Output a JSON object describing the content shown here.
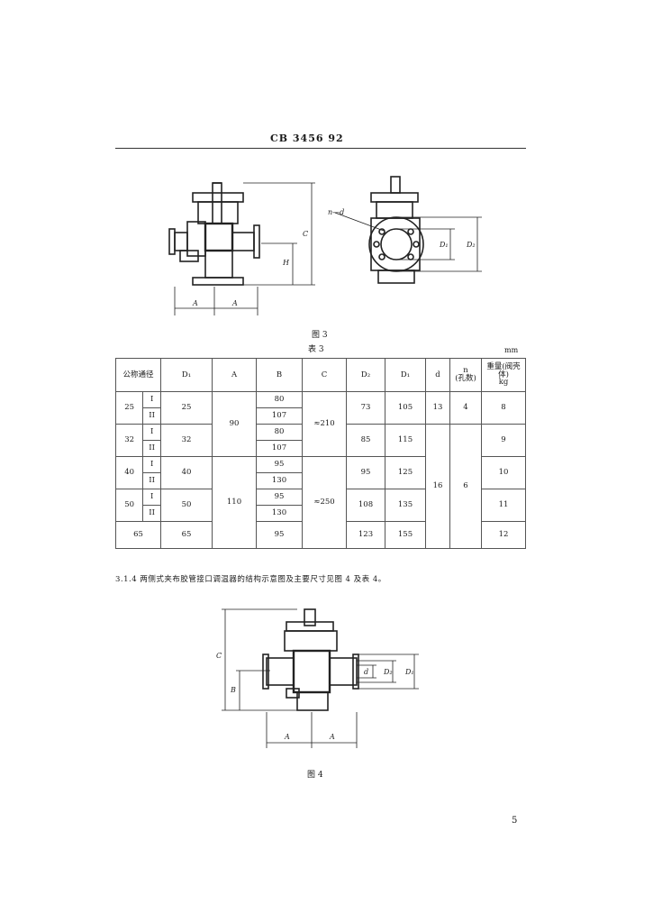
{
  "header": {
    "standard_no": "CB 3456  92"
  },
  "figure3": {
    "caption": "图 3",
    "labels": {
      "A1": "A",
      "A2": "A",
      "C": "C",
      "H": "H",
      "n_d": "n—d",
      "D1": "D₁",
      "D2": "D₂"
    }
  },
  "table3": {
    "title": "表 3",
    "unit": "mm",
    "columns": [
      "公称通径",
      "D₁",
      "A",
      "B",
      "C",
      "D₂",
      "D₁",
      "d",
      "n\n(孔数)",
      "重量(阀壳体)\nkg"
    ],
    "rows": [
      {
        "dn": "25",
        "v": "I",
        "d1": "25",
        "a": "90",
        "b": "80",
        "c": "≈210",
        "d2": "73",
        "d1b": "105",
        "d": "13",
        "n": "4",
        "kg": "8"
      },
      {
        "dn": "",
        "v": "II",
        "d1": "",
        "a": "",
        "b": "107",
        "c": "",
        "d2": "",
        "d1b": "",
        "d": "",
        "n": "",
        "kg": ""
      },
      {
        "dn": "32",
        "v": "I",
        "d1": "32",
        "a": "",
        "b": "80",
        "c": "",
        "d2": "85",
        "d1b": "115",
        "d": "",
        "n": "",
        "kg": "9"
      },
      {
        "dn": "",
        "v": "II",
        "d1": "",
        "a": "",
        "b": "107",
        "c": "",
        "d2": "",
        "d1b": "",
        "d": "",
        "n": "",
        "kg": ""
      },
      {
        "dn": "40",
        "v": "I",
        "d1": "40",
        "a": "110",
        "b": "95",
        "c": "≈250",
        "d2": "95",
        "d1b": "125",
        "d": "16",
        "n": "6",
        "kg": "10"
      },
      {
        "dn": "",
        "v": "II",
        "d1": "",
        "a": "",
        "b": "130",
        "c": "",
        "d2": "",
        "d1b": "",
        "d": "",
        "n": "",
        "kg": ""
      },
      {
        "dn": "50",
        "v": "I",
        "d1": "50",
        "a": "",
        "b": "95",
        "c": "",
        "d2": "108",
        "d1b": "135",
        "d": "",
        "n": "",
        "kg": "11"
      },
      {
        "dn": "",
        "v": "II",
        "d1": "",
        "a": "",
        "b": "130",
        "c": "",
        "d2": "",
        "d1b": "",
        "d": "",
        "n": "",
        "kg": ""
      },
      {
        "dn": "65",
        "v": "",
        "d1": "65",
        "a": "",
        "b": "95",
        "c": "",
        "d2": "123",
        "d1b": "155",
        "d": "",
        "n": "",
        "kg": "12"
      }
    ]
  },
  "paragraph": "3.1.4  两侧式夹布胶管接口调温器的结构示意图及主要尺寸见图 4 及表 4。",
  "figure4": {
    "caption": "图 4",
    "labels": {
      "A1": "A",
      "A2": "A",
      "C": "C",
      "B": "B",
      "d": "d",
      "D2": "D₂",
      "D1": "D₁"
    }
  },
  "page_number": "5"
}
